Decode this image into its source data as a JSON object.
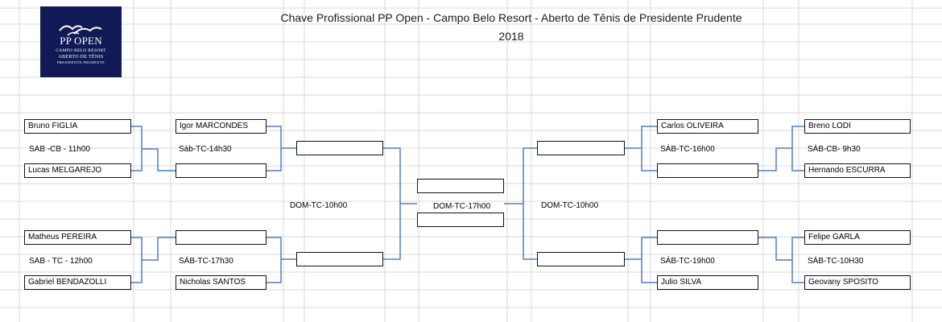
{
  "header": {
    "title_line1": "Chave Profissional PP Open - Campo Belo Resort - Aberto de Tênis de Presidente Prudente",
    "title_line2": "2018"
  },
  "logo": {
    "line1": "PP OPEN",
    "line2": "CAMPO BELO RESORT",
    "line3": "ABERTO DE TÊNIS",
    "line4": "PRESIDENTE PRUDENTE",
    "background": "#111a55"
  },
  "colors": {
    "connector": "#4f7ec4",
    "border": "#111111",
    "gridline": "#d9d9d9"
  },
  "left": {
    "round1": [
      {
        "player1": "Bruno FIGLIA",
        "schedule": "SAB -CB - 11h00",
        "player2": "Lucas MELGAREJO"
      },
      {
        "player1": "Matheus PEREIRA",
        "schedule": "SAB - TC - 12h00",
        "player2": "Gabriel BENDAZOLLI"
      }
    ],
    "round2": [
      {
        "player1": "Igor MARCONDES",
        "schedule": "Sáb-TC-14h30",
        "player2": ""
      },
      {
        "player1": "",
        "schedule": "SÁB-TC-17h30",
        "player2": "Nicholas SANTOS"
      }
    ],
    "semi": {
      "player1": "",
      "schedule": "DOM-TC-10h00",
      "player2": ""
    }
  },
  "final": {
    "player1": "",
    "schedule": "DOM-TC-17h00",
    "player2": ""
  },
  "right": {
    "semi": {
      "player1": "",
      "schedule": "DOM-TC-10h00",
      "player2": ""
    },
    "round2": [
      {
        "player1": "Carlos OLIVEIRA",
        "schedule": "SÁB-TC-16h00",
        "player2": ""
      },
      {
        "player1": "",
        "schedule": "SÁB-TC-19h00",
        "player2": "Julio SILVA"
      }
    ],
    "round1": [
      {
        "player1": "Breno LODI",
        "schedule": "SÁB-CB- 9h30",
        "player2": "Hernando ESCURRA"
      },
      {
        "player1": "Felipe GARLA",
        "schedule": "SÁB-TC-10H30",
        "player2": "Geovany SPOSITO"
      }
    ]
  }
}
